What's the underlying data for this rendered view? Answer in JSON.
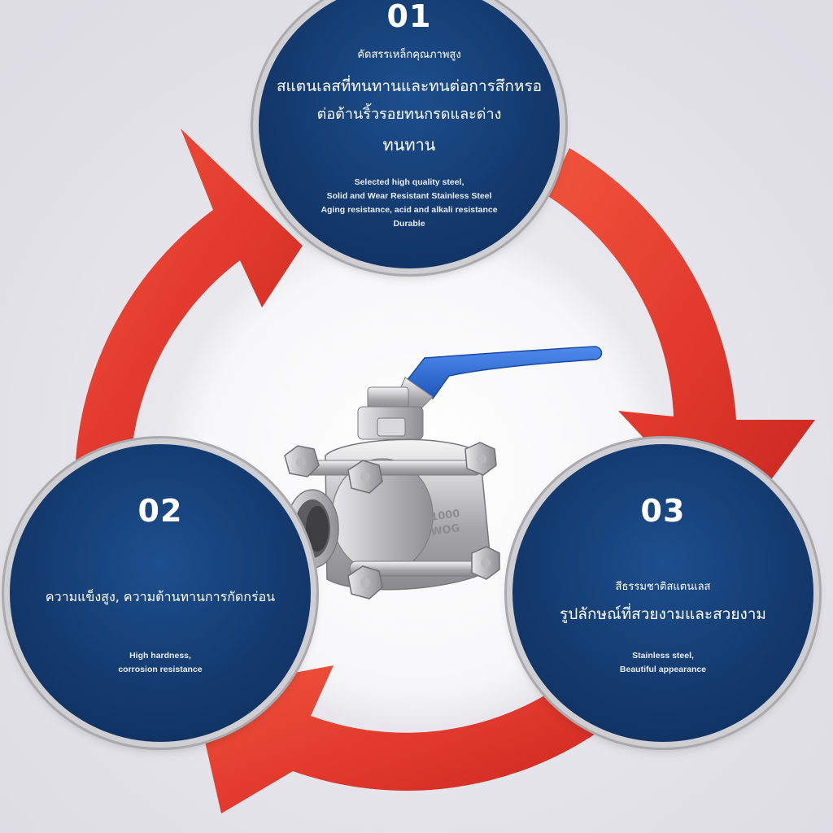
{
  "features": [
    {
      "number": "01",
      "thai_lines": [
        "คัดสรรเหล็กคุณภาพสูง",
        "สแตนเลสที่ทนทานและทนต่อการสึกหรอ",
        "ต่อต้านริ้วรอยทนกรดและด่าง",
        "ทนทาน"
      ],
      "english_lines": [
        "Selected high quality steel,",
        "Solid and Wear Resistant Stainless Steel",
        "Aging resistance, acid and alkali resistance",
        "Durable"
      ]
    },
    {
      "number": "02",
      "thai_lines": [
        "ความแข็งสูง, ความต้านทานการกัดกร่อน"
      ],
      "english_lines": [
        "High hardness,",
        "corrosion resistance"
      ]
    },
    {
      "number": "03",
      "thai_lines": [
        "สีธรรมชาติสแตนเลส",
        "รูปลักษณ์ที่สวยงามและสวยงาม"
      ],
      "english_lines": [
        "Stainless steel,",
        "Beautiful appearance"
      ]
    }
  ],
  "product_marking": [
    "1000",
    "WOG"
  ],
  "colors": {
    "badge": "#153e74",
    "arrow": "#e5392f",
    "handle": "#2f6fd6"
  }
}
